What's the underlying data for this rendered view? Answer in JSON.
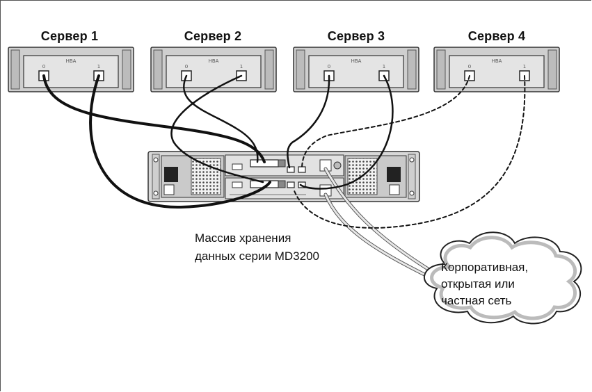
{
  "servers": [
    {
      "label": "Сервер 1",
      "hba": "HBA",
      "port0": "0",
      "port1": "1"
    },
    {
      "label": "Сервер 2",
      "hba": "HBA",
      "port0": "0",
      "port1": "1"
    },
    {
      "label": "Сервер 3",
      "hba": "HBA",
      "port0": "0",
      "port1": "1"
    },
    {
      "label": "Сервер 4",
      "hba": "HBA",
      "port0": "0",
      "port1": "1"
    }
  ],
  "storage": {
    "caption_line1": "Массив хранения",
    "caption_line2": "данных серии MD3200"
  },
  "network": {
    "line1": "Корпоративная,",
    "line2": "открытая или",
    "line3": "частная сеть"
  }
}
